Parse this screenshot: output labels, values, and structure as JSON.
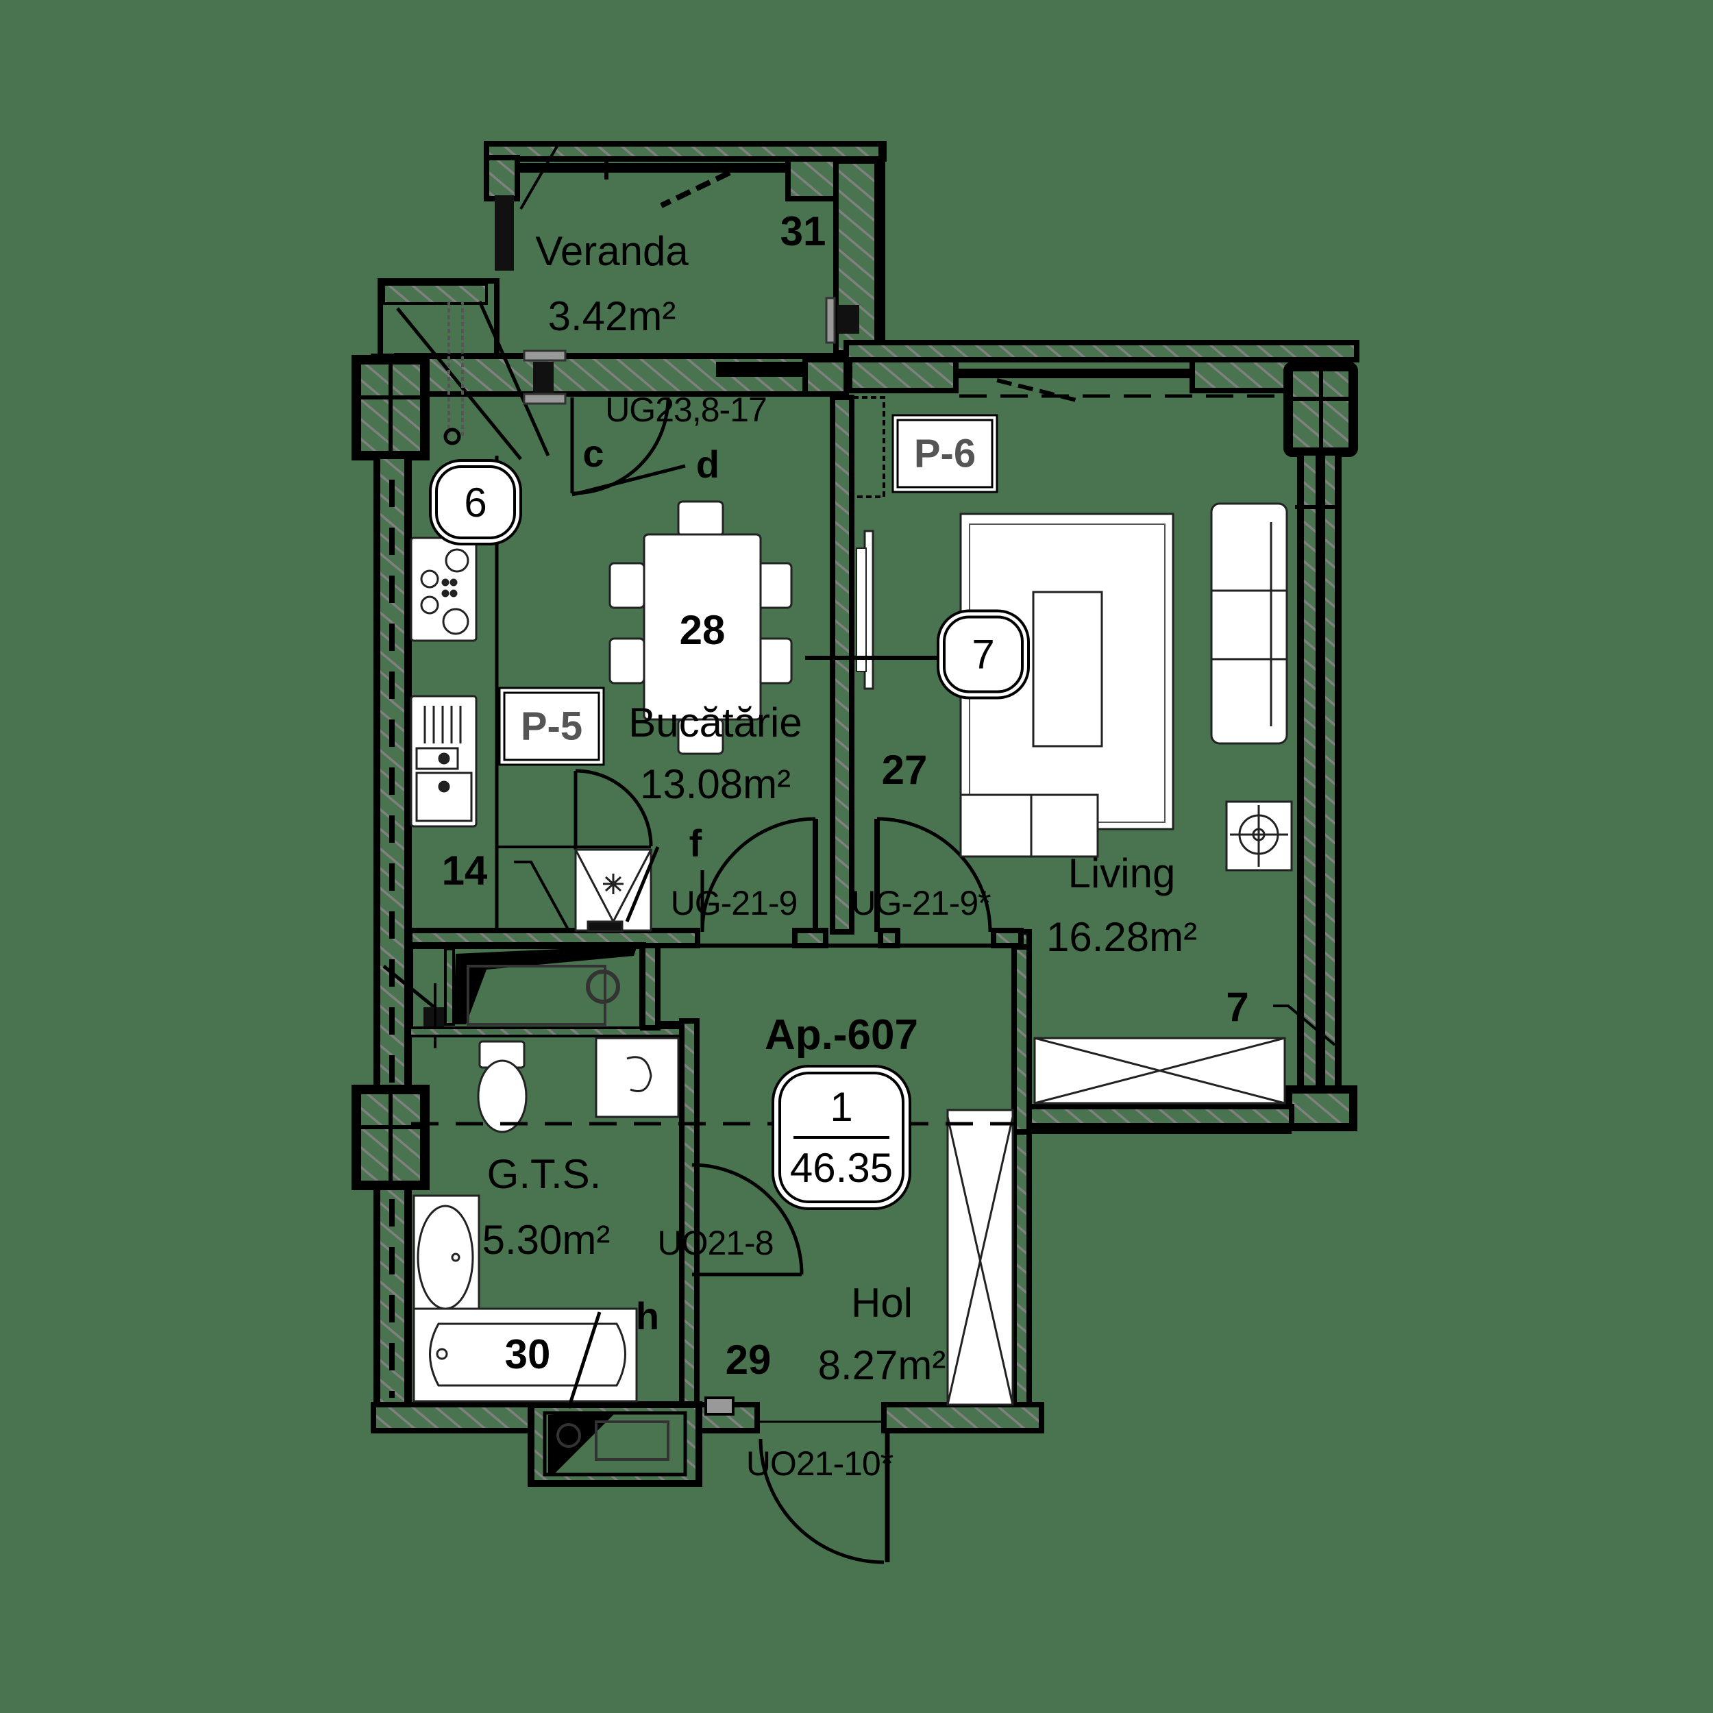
{
  "colors": {
    "background": "#4a7350",
    "wall": "#000000",
    "hatch": "#777777",
    "furniture": "#ffffff"
  },
  "apartment": {
    "label": "Ap.-607",
    "rooms_count": "1",
    "total_area": "46.35"
  },
  "rooms": {
    "veranda": {
      "name": "Veranda",
      "area": "3.42m²",
      "tag": "31"
    },
    "kitchen": {
      "name": "Bucătărie",
      "area": "13.08m²",
      "tag": "28"
    },
    "living": {
      "name": "Living",
      "area": "16.28m²",
      "tag": "27"
    },
    "bathroom": {
      "name": "G.T.S.",
      "area": "5.30m²",
      "tag": "30"
    },
    "hall": {
      "name": "Hol",
      "area": "8.27m²",
      "tag": "29"
    }
  },
  "doors": {
    "veranda_door": "UG23,8-17",
    "kitchen_door": "UG-21-9",
    "living_door": "UG-21-9*",
    "bathroom_door": "UO21-8",
    "entrance_door": "UO21-10*"
  },
  "markers": {
    "circle_6": "6",
    "circle_7": "7",
    "panel_p5": "P-5",
    "panel_p6": "P-6",
    "ref_14": "14",
    "ref_7": "7",
    "letter_c": "c",
    "letter_d": "d",
    "letter_f": "f",
    "letter_h": "h"
  }
}
